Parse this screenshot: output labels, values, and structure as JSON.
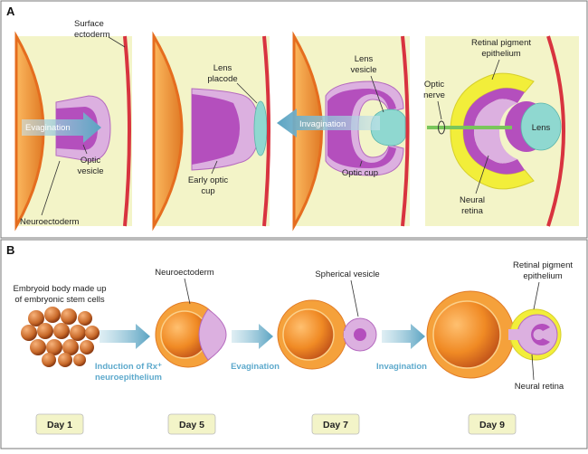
{
  "panel_a": {
    "label": "A",
    "stage1": {
      "surface_ectoderm_line1": "Surface",
      "surface_ectoderm_line2": "ectoderm",
      "evagination": "Evagination",
      "optic_vesicle_line1": "Optic",
      "optic_vesicle_line2": "vesicle",
      "neuroectoderm": "Neuroectoderm"
    },
    "stage2": {
      "lens_placode_line1": "Lens",
      "lens_placode_line2": "placode",
      "early_optic_cup_line1": "Early optic",
      "early_optic_cup_line2": "cup"
    },
    "stage3": {
      "lens_vesicle_line1": "Lens",
      "lens_vesicle_line2": "vesicle",
      "invagination": "Invagination",
      "optic_cup": "Optic cup"
    },
    "stage4": {
      "rpe_line1": "Retinal pigment",
      "rpe_line2": "epithelium",
      "optic_nerve_line1": "Optic",
      "optic_nerve_line2": "nerve",
      "lens": "Lens",
      "neural_retina_line1": "Neural",
      "neural_retina_line2": "retina"
    }
  },
  "panel_b": {
    "label": "B",
    "embryoid_line1": "Embryoid body made up",
    "embryoid_line2": "of embryonic stem cells",
    "induction_line1": "Induction of Rx⁺",
    "induction_line2": "neuroepithelium",
    "neuroectoderm": "Neuroectoderm",
    "evagination": "Evagination",
    "spherical_vesicle": "Spherical vesicle",
    "invagination": "Invagination",
    "rpe_line1": "Retinal pigment",
    "rpe_line2": "epithelium",
    "neural_retina": "Neural retina",
    "days": [
      "Day 1",
      "Day 5",
      "Day 7",
      "Day 9"
    ]
  },
  "colors": {
    "background_pale": "#f3f4c8",
    "orange": "#f08a24",
    "orange_dark": "#c9561a",
    "purple": "#c16ac9",
    "purple_light": "#dcb0e0",
    "teal": "#8fd8d0",
    "red_ectoderm": "#d8333f",
    "yellow_rpe": "#f2ee3a",
    "arrow_blue": "#6fb0c9"
  }
}
